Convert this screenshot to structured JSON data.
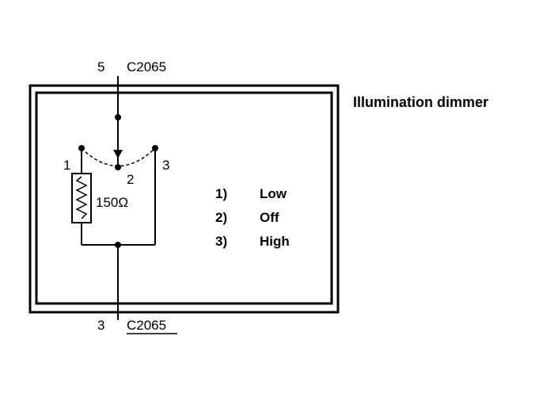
{
  "title": "Illumination dimmer",
  "connector_top": {
    "pin": "5",
    "name": "C2065"
  },
  "connector_bottom": {
    "pin": "3",
    "name": "C2065"
  },
  "terminals": {
    "t1": "1",
    "t2": "2",
    "t3": "3"
  },
  "resistor_value": "150Ω",
  "legend": [
    {
      "num": "1)",
      "label": "Low"
    },
    {
      "num": "2)",
      "label": "Off"
    },
    {
      "num": "3)",
      "label": "High"
    }
  ]
}
